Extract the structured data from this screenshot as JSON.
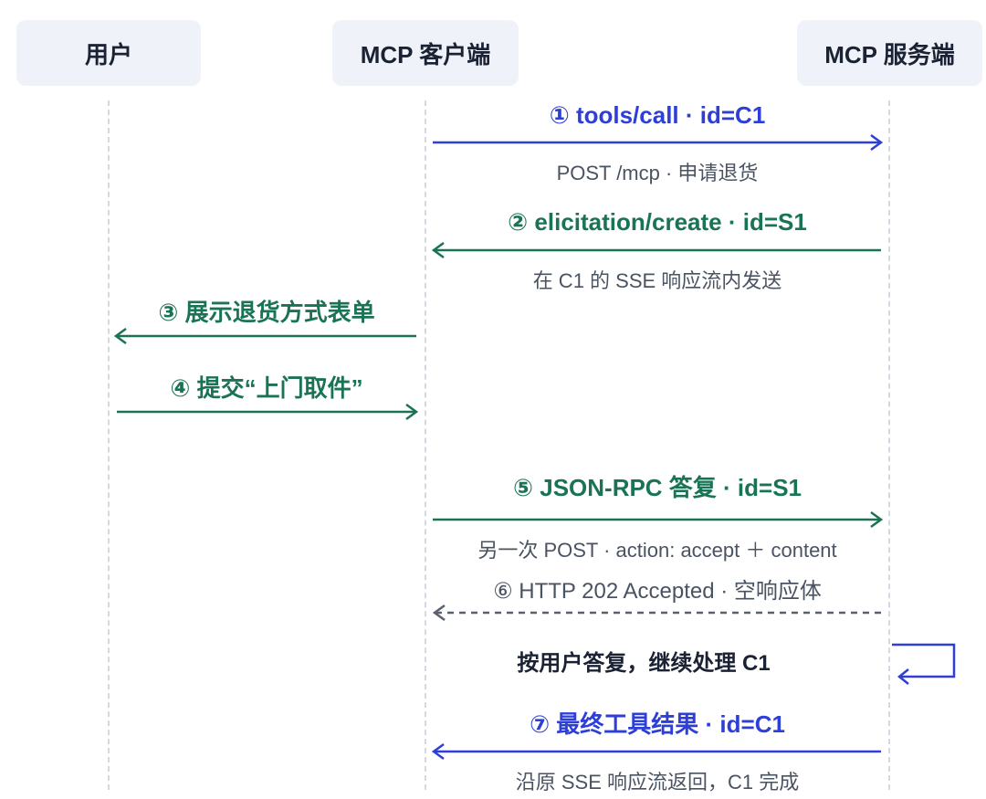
{
  "participants": {
    "user": "用户",
    "client": "MCP 客户端",
    "server": "MCP 服务端"
  },
  "messages": [
    {
      "label": "① tools/call · id=C1",
      "sub": "POST /mcp · 申请退货"
    },
    {
      "label": "② elicitation/create · id=S1",
      "sub": "在 C1 的 SSE 响应流内发送"
    },
    {
      "label": "③ 展示退货方式表单"
    },
    {
      "label": "④ 提交“上门取件”"
    },
    {
      "label": "⑤ JSON-RPC 答复 · id=S1",
      "sub": "另一次 POST · action: accept ＋ content"
    },
    {
      "label": "⑥ HTTP 202 Accepted · 空响应体"
    },
    {
      "label": "按用户答复，继续处理 C1"
    },
    {
      "label": "⑦ 最终工具结果 · id=C1",
      "sub": "沿原 SSE 响应流返回，C1 完成"
    }
  ],
  "colors": {
    "blue": "#2d3fd6",
    "green": "#1a7355",
    "gray": "#59616e",
    "participant_bg": "#eff3f9"
  }
}
